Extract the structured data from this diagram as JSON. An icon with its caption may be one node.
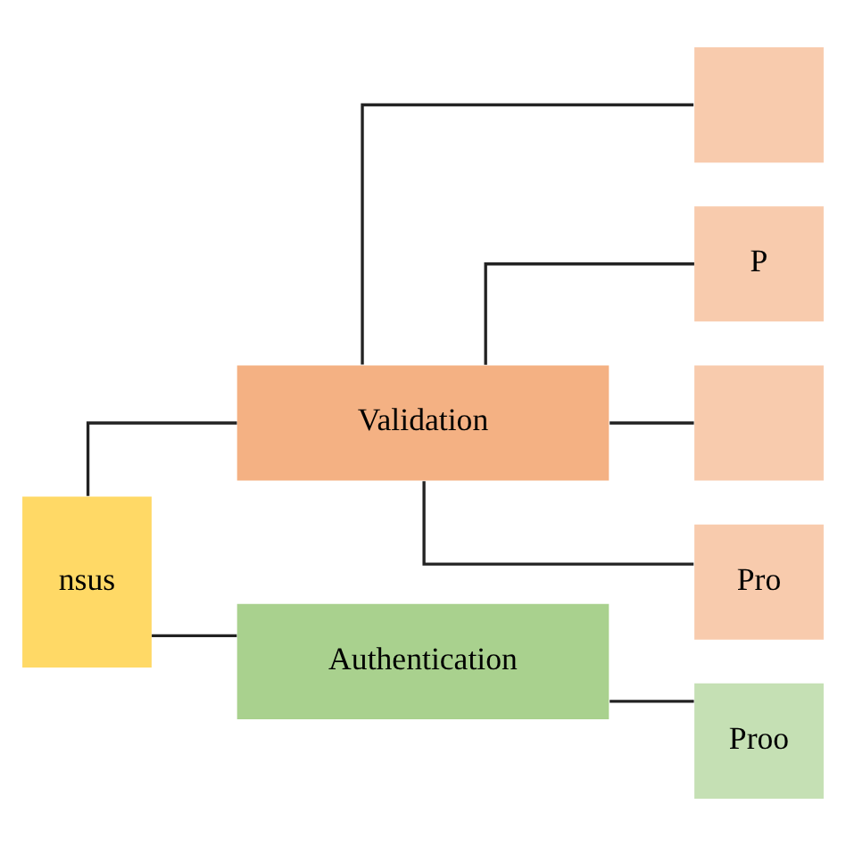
{
  "diagram": {
    "nodes": [
      {
        "text": [
          "nsus"
        ]
      },
      {
        "text": [
          "Validation"
        ]
      },
      {
        "text": [
          "Authentication"
        ]
      },
      {
        "text": [],
        "shape": "box"
      },
      {
        "text": [
          "P"
        ]
      },
      {
        "text": [],
        "shape": "box"
      },
      {
        "text": [
          "Pro"
        ]
      },
      {
        "text": [
          "Proo"
        ]
      }
    ],
    "edges": [
      {
        "from": 0,
        "to": 1,
        "arrow": "none"
      },
      {
        "from": 0,
        "to": 2,
        "arrow": "none"
      },
      {
        "from": 1,
        "to": 3,
        "arrow": "none"
      },
      {
        "from": 1,
        "to": 4,
        "arrow": "none"
      },
      {
        "from": 1,
        "to": 5,
        "arrow": "none"
      },
      {
        "from": 1,
        "to": 6,
        "arrow": "none"
      },
      {
        "from": 2,
        "to": 7,
        "arrow": "none"
      }
    ]
  }
}
